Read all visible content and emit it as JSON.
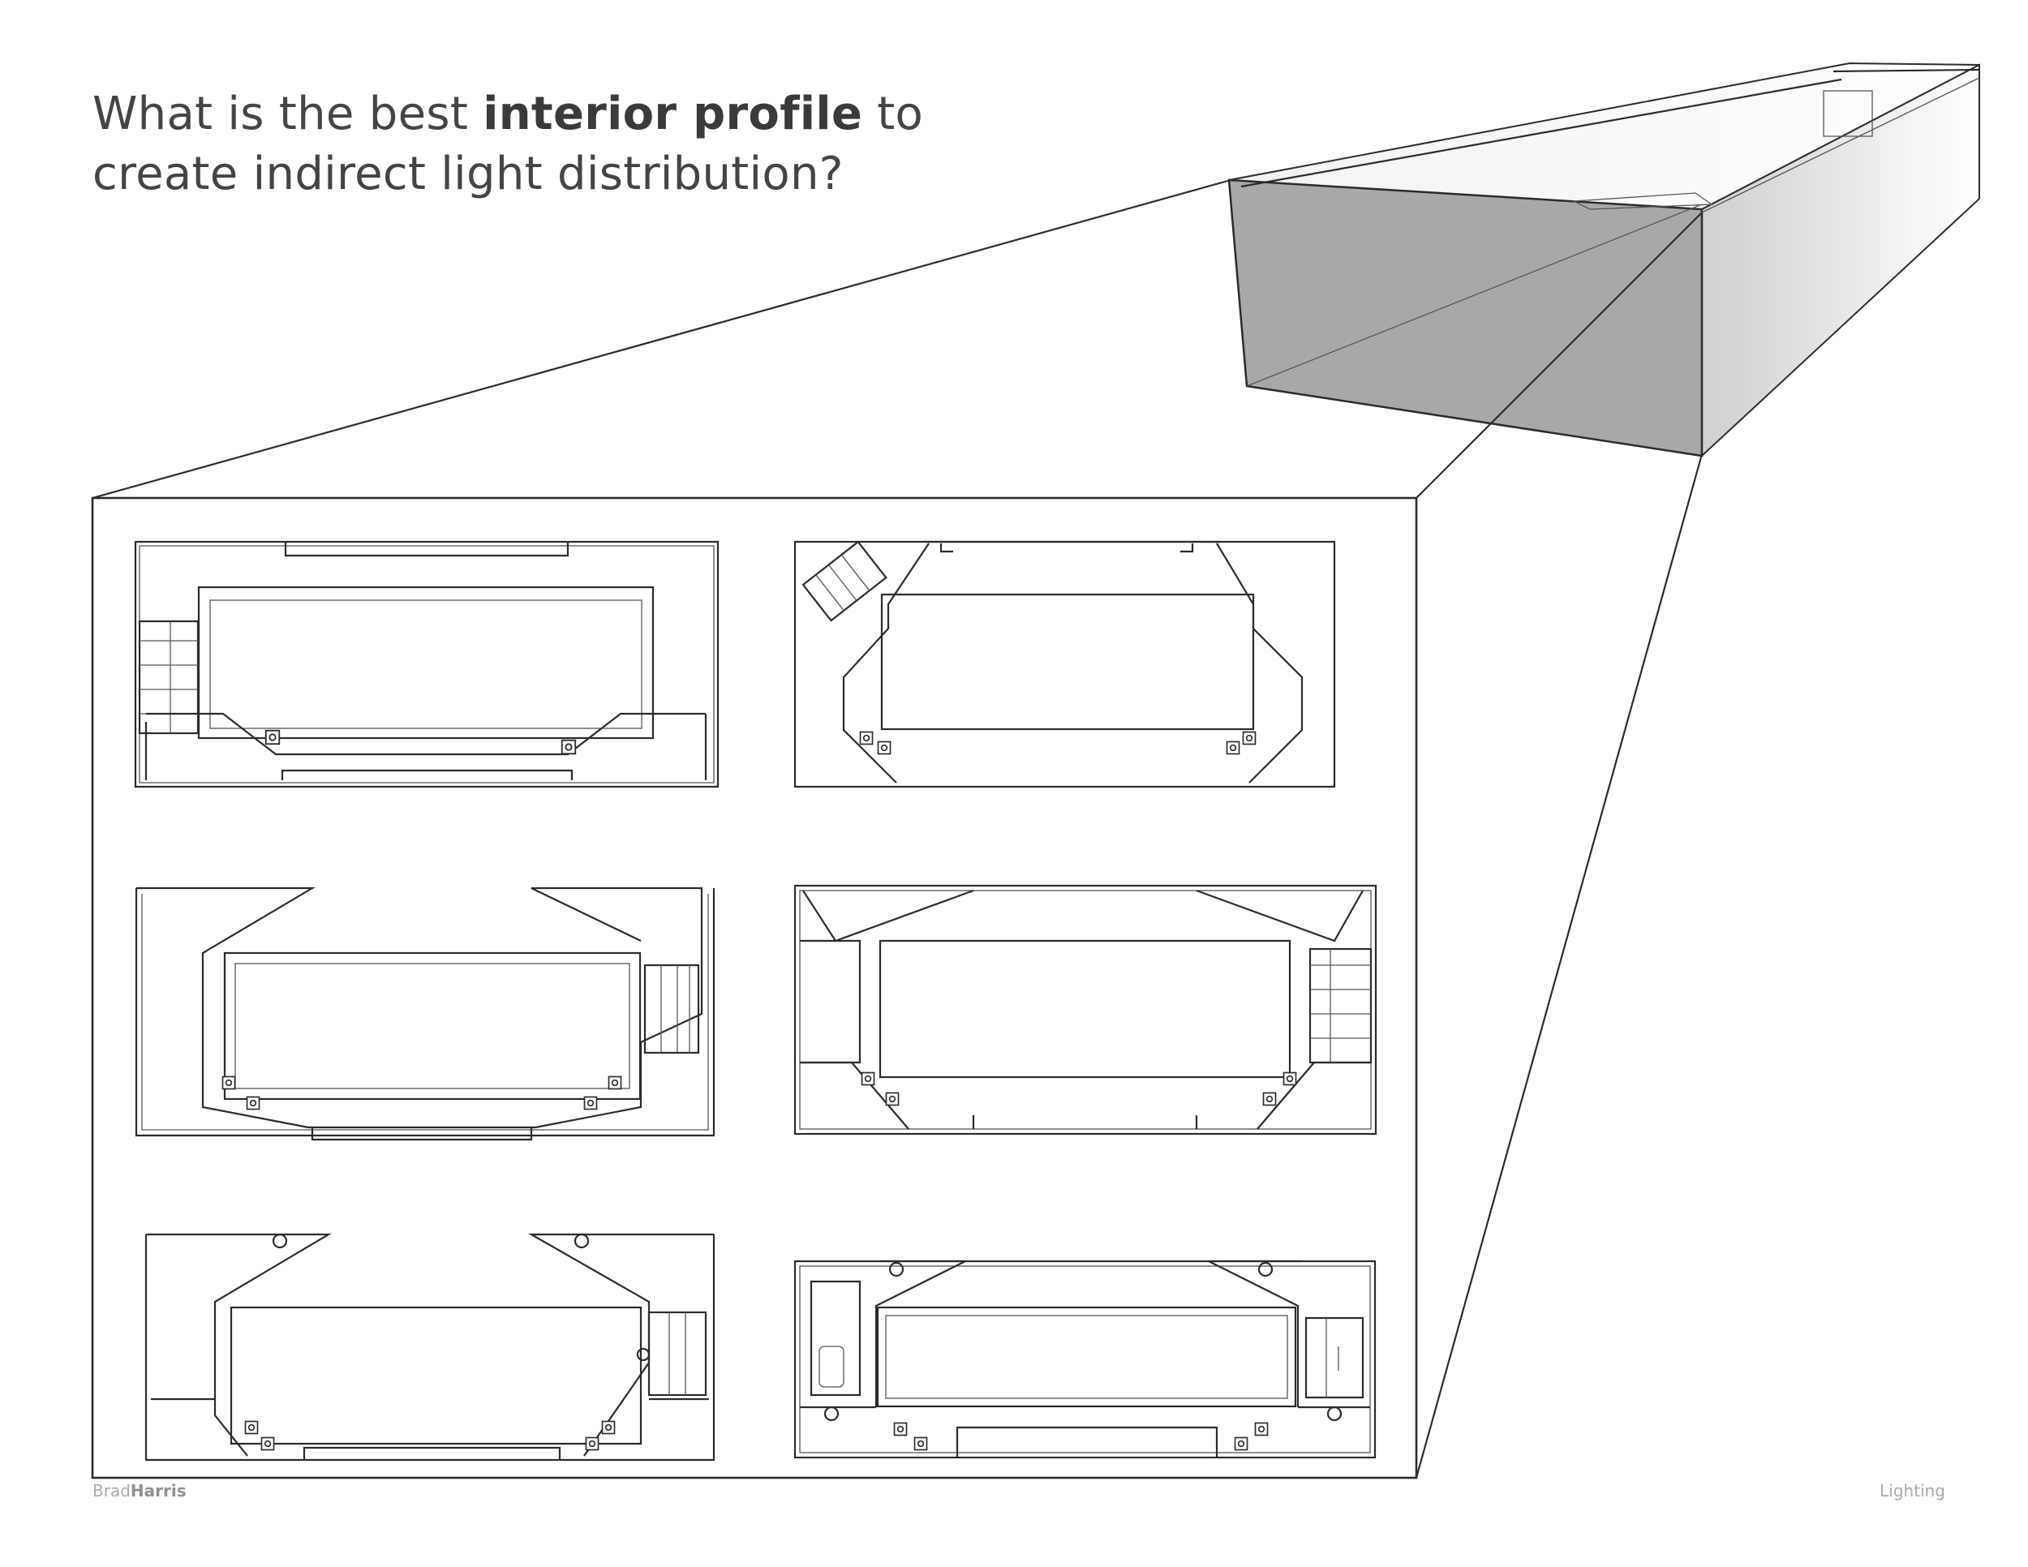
{
  "title": {
    "before": "What is the best ",
    "emphasis": "interior profile",
    "after": " to create indirect light distribution?"
  },
  "footer": {
    "author_first": "Brad",
    "author_last": "Harris",
    "section": "Lighting"
  },
  "colors": {
    "line": "#2b2b2b",
    "profile_fill": "#a8a8a8",
    "title_text": "#444444",
    "footer_text": "#a9a9a9"
  }
}
